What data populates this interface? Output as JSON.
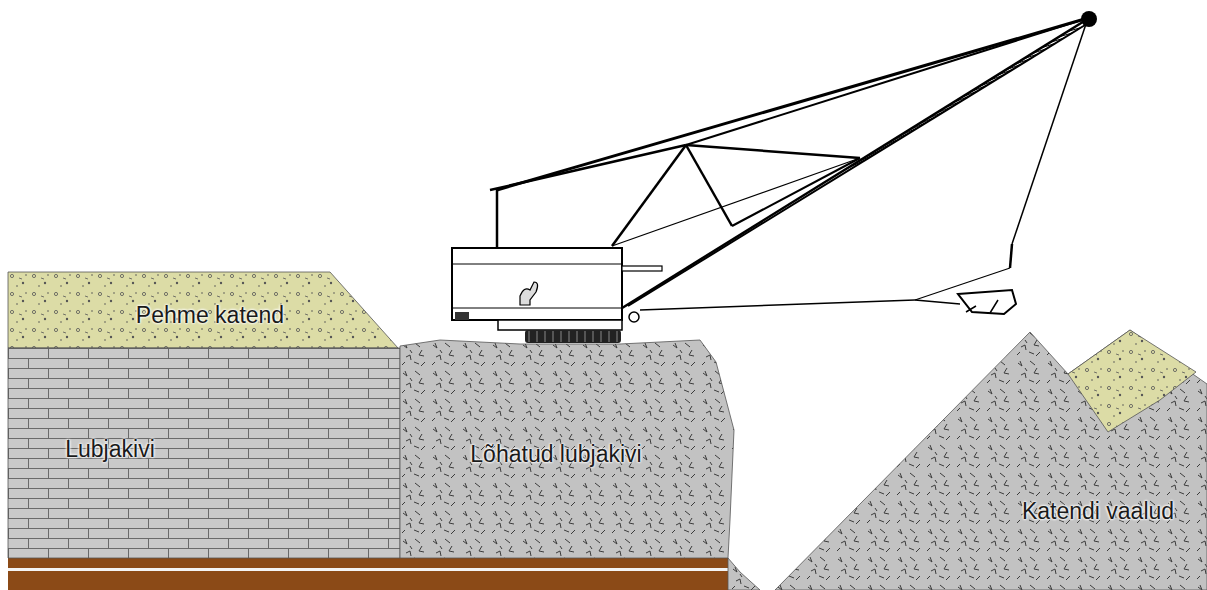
{
  "diagram": {
    "nodes": [
      {
        "text": [
          "Pehme katend"
        ]
      },
      {
        "text": [
          "Lubjakivi"
        ]
      },
      {
        "text": [
          "Lõhatud lubjakivi"
        ]
      },
      {
        "text": [
          "Katendi vaalud"
        ]
      }
    ]
  }
}
